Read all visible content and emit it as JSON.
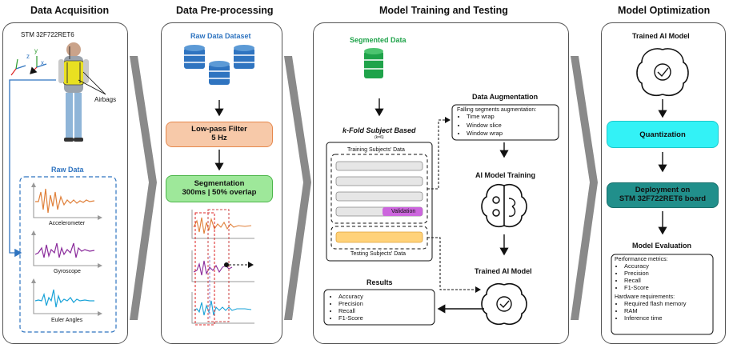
{
  "stages": {
    "acquisition": "Data Acquisition",
    "preprocessing": "Data Pre-processing",
    "training": "Model Training and Testing",
    "optimization": "Model Optimization"
  },
  "acquisition": {
    "mcu": "STM 32F722RET6",
    "airbags": "Airbags",
    "raw_data_title": "Raw Data",
    "signals": [
      "Accelerometer",
      "Gyroscope",
      "Euler Angles"
    ],
    "axes": {
      "x": "x",
      "y": "y",
      "z": "z"
    }
  },
  "preprocessing": {
    "dataset_title": "Raw Data Dataset",
    "filter_line1": "Low-pass Filter",
    "filter_line2": "5 Hz",
    "seg_line1": "Segmentation",
    "seg_line2": "300ms | 50% overlap"
  },
  "training": {
    "segmented_title": "Segmented Data",
    "kfold_title": "k-Fold Subject Based",
    "kfold_sub": "(k=6)",
    "training_subjects": "Training Subjects' Data",
    "validation": "Validation",
    "testing_subjects": "Testing Subjects' Data",
    "augmentation_title": "Data Augmentation",
    "augmentation_heading": "Falling segments augmentation:",
    "augmentation_items": [
      "Time wrap",
      "Window slice",
      "Window wrap"
    ],
    "ai_training_title": "AI Model Training",
    "trained_title": "Trained AI Model",
    "results_title": "Results",
    "results_items": [
      "Accuracy",
      "Precision",
      "Recall",
      "F1-Score"
    ]
  },
  "optimization": {
    "trained_title": "Trained AI Model",
    "quantization": "Quantization",
    "deploy_line1": "Deployment on",
    "deploy_line2": "STM 32F722RET6 board",
    "eval_title": "Model Evaluation",
    "perf_heading": "Performance metrics:",
    "perf_items": [
      "Accuracy",
      "Precision",
      "Recall",
      "F1-Score"
    ],
    "hw_heading": "Hardware requirements:",
    "hw_items": [
      "Required flash memory",
      "RAM",
      "Inference time"
    ]
  },
  "colors": {
    "green": "#1fa34a",
    "blue": "#2f74c0",
    "filter_fill": "#f7c9a9",
    "filter_border": "#e6884d",
    "seg_fill": "#9ee89a",
    "seg_border": "#4cb54a",
    "cyan": "#33f2f6",
    "teal": "#218f8b",
    "validation": "#cc66dd",
    "test_bar": "#ffd27a",
    "accel": "#e0803a",
    "gyro": "#8a2b9b",
    "euler": "#1aa3d8"
  },
  "icons": [
    "database-icon",
    "brain-icon",
    "gears-icon",
    "check-badge-icon",
    "person-with-airbag-vest",
    "chevron-arrow-icon"
  ]
}
